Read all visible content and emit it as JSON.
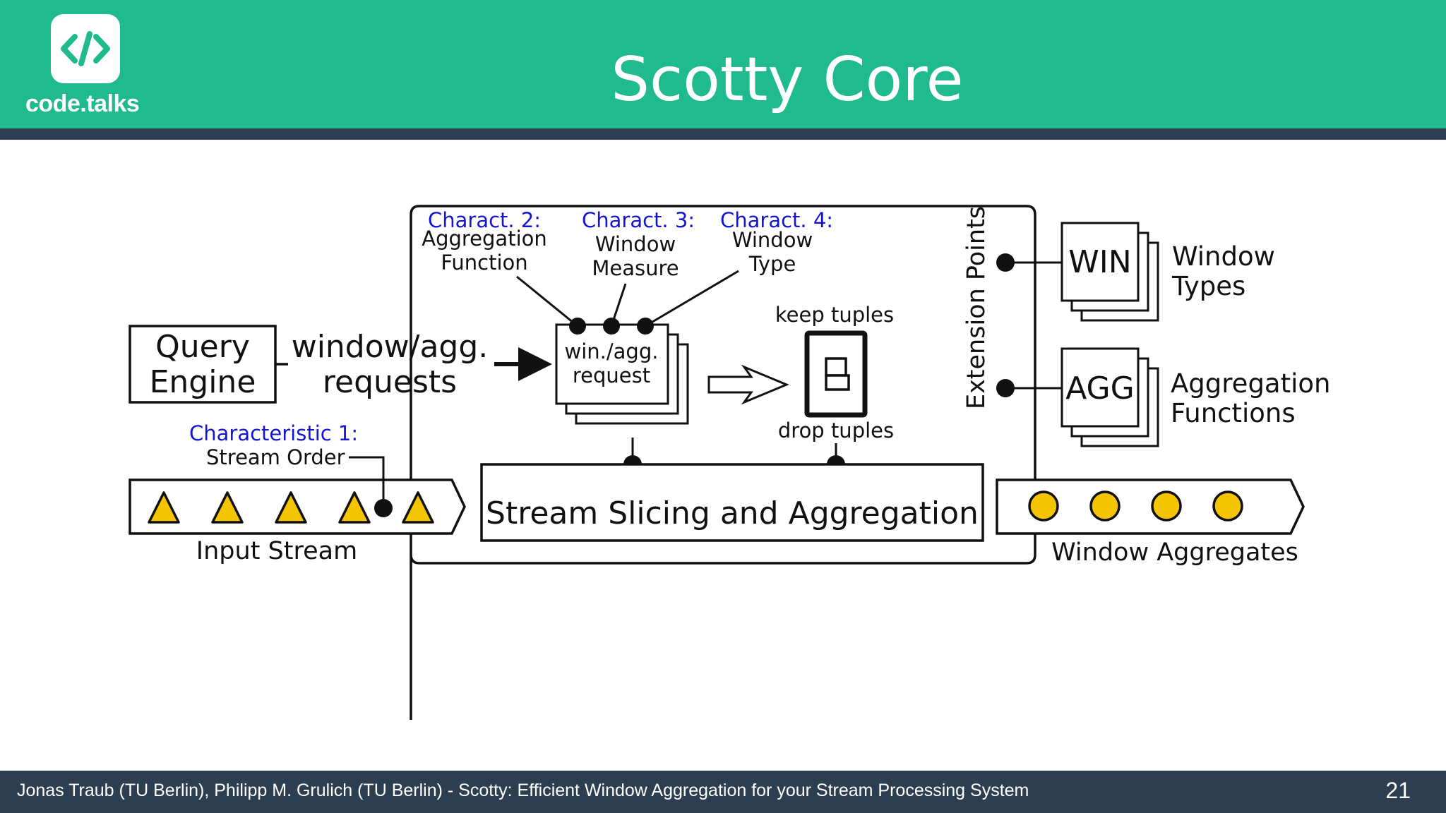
{
  "header": {
    "logo_text": "code.talks",
    "logo_icon": "code-brackets-icon",
    "title": "Scotty Core",
    "background_color": "#1fba8e",
    "rule_color": "#2c3e50"
  },
  "diagram": {
    "query_engine": [
      "Query",
      "Engine"
    ],
    "requests_label": [
      "window/agg.",
      "requests"
    ],
    "request_doc": [
      "win./agg.",
      "request"
    ],
    "charact_2": {
      "title": "Charact. 2:",
      "lines": [
        "Aggregation",
        "Function"
      ]
    },
    "charact_3": {
      "title": "Charact. 3:",
      "lines": [
        "Window",
        "Measure"
      ]
    },
    "charact_4": {
      "title": "Charact. 4:",
      "lines": [
        "Window",
        "Type"
      ]
    },
    "characteristic_1": {
      "title": "Characteristic 1:",
      "line": "Stream Order"
    },
    "keep_tuples": "keep tuples",
    "drop_tuples": "drop tuples",
    "switch_icon": "toggle-switch-icon",
    "extension_points": "Extension Points",
    "win_label": "WIN",
    "window_types": [
      "Window",
      "Types"
    ],
    "agg_label": "AGG",
    "aggregation_functions": [
      "Aggregation",
      "Functions"
    ],
    "slicing_label": "Stream Slicing and Aggregation",
    "input_stream_label": "Input Stream",
    "window_aggregates_label": "Window Aggregates",
    "input_tuple_count": 5,
    "output_aggregate_count": 4,
    "tuple_color": "#f5c400",
    "accent_text_color": "#1414d2"
  },
  "footer": {
    "text": "Jonas Traub (TU Berlin), Philipp M. Grulich (TU Berlin) - Scotty: Efficient Window Aggregation for your Stream Processing System",
    "page_number": "21",
    "background_color": "#2c3e50"
  }
}
